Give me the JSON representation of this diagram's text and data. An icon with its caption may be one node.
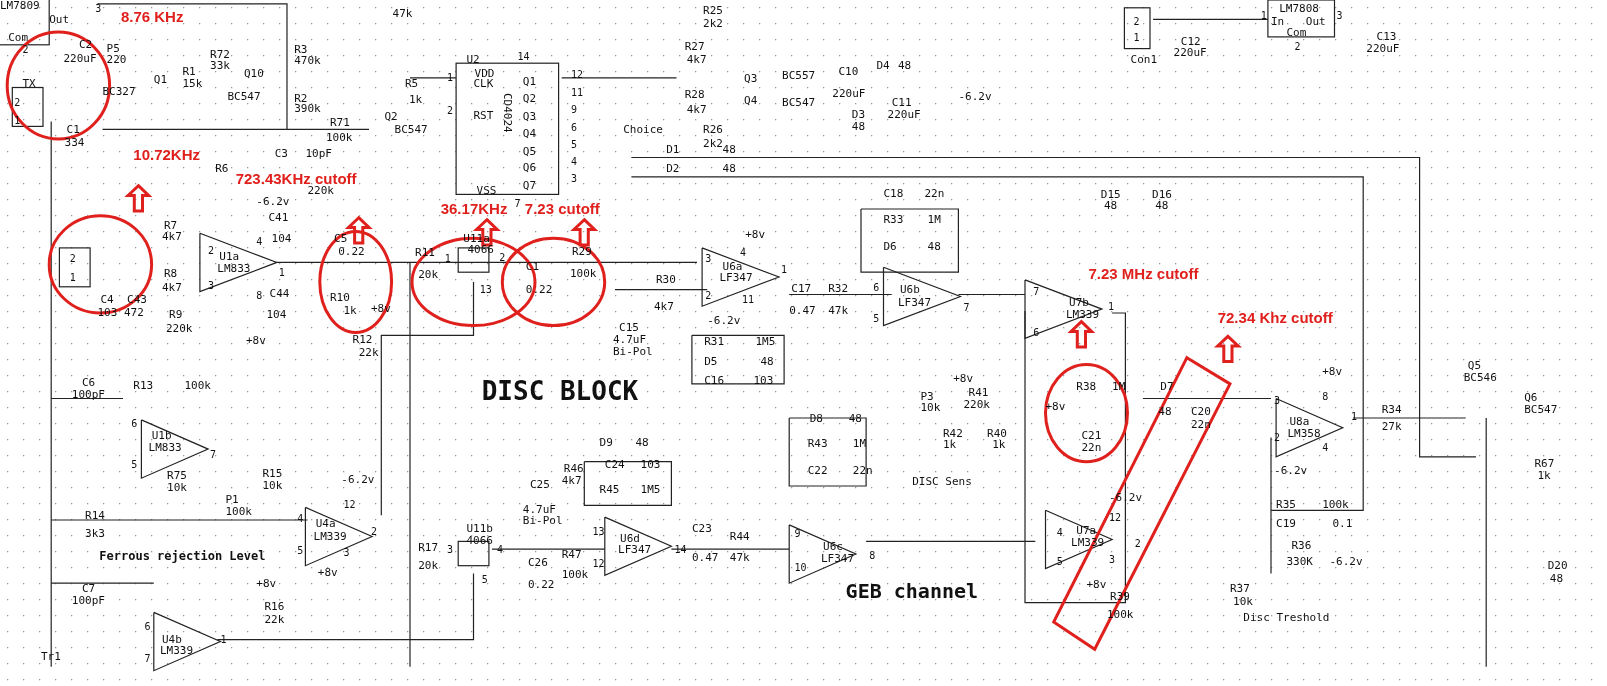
{
  "diagram": {
    "labels": [
      "LM7809",
      "Out",
      "3",
      "Com",
      "2",
      "C2",
      "220uF",
      "P5",
      "220",
      "8.76 KHz",
      "R72",
      "33k",
      "R3",
      "470k",
      "Q1",
      "R1",
      "15k",
      "BC327",
      "Q10",
      "BC547",
      "R2",
      "390k",
      "TX",
      "2",
      "1",
      "C1",
      "334",
      "R71",
      "100k",
      "Q2",
      "BC547",
      "47k",
      "R5",
      "1k",
      "U2",
      "VDD",
      "14",
      "CLK",
      "1",
      "RST",
      "2",
      "CD4024",
      "Q1",
      "12",
      "Q2",
      "11",
      "Q3",
      "9",
      "Q4",
      "6",
      "Q5",
      "5",
      "Q6",
      "4",
      "Q7",
      "3",
      "VSS",
      "7",
      "Choice",
      "R25",
      "2k2",
      "R27",
      "4k7",
      "R28",
      "4k7",
      "R26",
      "2k2",
      "Q3",
      "BC557",
      "Q4",
      "BC547",
      "C10",
      "220uF",
      "D4",
      "48",
      "D3",
      "48",
      "C11",
      "220uF",
      "-6.2v",
      "Con1",
      "2",
      "1",
      "C12",
      "220uF",
      "LM7808",
      "In",
      "Out",
      "Com",
      "1",
      "3",
      "2",
      "C13",
      "220uF",
      "D1",
      "48",
      "D2",
      "48",
      "D15",
      "48",
      "D16",
      "48",
      "10.72KHz",
      "C3",
      "10pF",
      "R6",
      "220k",
      "723.43KHz cutoff",
      "36.17KHz",
      "7.23 cutoff",
      "-6.2v",
      "C41",
      "104",
      "R7",
      "4k7",
      "R8",
      "4k7",
      "2",
      "1",
      "C4",
      "103",
      "C43",
      "472",
      "R9",
      "220k",
      "U1a",
      "LM833",
      "2",
      "3",
      "4",
      "8",
      "1",
      "C44",
      "104",
      "+8v",
      "C5",
      "0.22",
      "R10",
      "1k",
      "+8v",
      "R12",
      "22k",
      "R11",
      "20k",
      "U11a",
      "4066",
      "1",
      "2",
      "13",
      "C1",
      "0.22",
      "R29",
      "100k",
      "C15",
      "4.7uF",
      "Bi-Pol",
      "R30",
      "4k7",
      "U6a",
      "LF347",
      "+8v",
      "3",
      "2",
      "4",
      "11",
      "1",
      "-6.2v",
      "C17",
      "0.47",
      "R32",
      "47k",
      "C18",
      "22n",
      "R33",
      "1M",
      "D6",
      "48",
      "U6b",
      "LF347",
      "6",
      "5",
      "7",
      "R31",
      "1M5",
      "D5",
      "48",
      "C16",
      "103",
      "7.23 MHz cutoff",
      "U7b",
      "LM339",
      "7",
      "6",
      "1",
      "72.34 Khz cutoff",
      "DISC BLOCK",
      "P3",
      "10k",
      "+8v",
      "R41",
      "220k",
      "R42",
      "1k",
      "R40",
      "1k",
      "DISC Sens",
      "R38",
      "1M",
      "+8v",
      "C21",
      "22n",
      "D7",
      "48",
      "C20",
      "22n",
      "U7a",
      "LM339",
      "-6.2v",
      "12",
      "4",
      "5",
      "2",
      "3",
      "+8v",
      "R39",
      "100k",
      "U8a",
      "LM358",
      "+8v",
      "3",
      "2",
      "8",
      "4",
      "1",
      "-6.2v",
      "R34",
      "27k",
      "R35",
      "100k",
      "C19",
      "0.1",
      "R36",
      "330K",
      "-6.2v",
      "R37",
      "10k",
      "Disc Treshold",
      "Q5",
      "BC546",
      "Q6",
      "BC547",
      "R67",
      "1k",
      "D20",
      "48",
      "C6",
      "100pF",
      "R13",
      "100k",
      "U1b",
      "LM833",
      "6",
      "5",
      "7",
      "R75",
      "10k",
      "P1",
      "100k",
      "R15",
      "10k",
      "U4a",
      "LM339",
      "-6.2v",
      "12",
      "4",
      "5",
      "2",
      "3",
      "+8v",
      "R14",
      "3k3",
      "Ferrous rejection Level",
      "C7",
      "100pF",
      "U4b",
      "LM339",
      "6",
      "7",
      "1",
      "Tr1",
      "+8v",
      "R16",
      "22k",
      "R17",
      "20k",
      "U11b",
      "4066",
      "3",
      "4",
      "5",
      "C26",
      "0.22",
      "R47",
      "100k",
      "C25",
      "4.7uF",
      "Bi-Pol",
      "R46",
      "4k7",
      "D9",
      "48",
      "C24",
      "103",
      "R45",
      "1M5",
      "U6d",
      "LF347",
      "13",
      "12",
      "14",
      "C23",
      "0.47",
      "R44",
      "47k",
      "D8",
      "48",
      "R43",
      "1M",
      "C22",
      "22n",
      "U6c",
      "LF347",
      "9",
      "10",
      "8",
      "GEB channel"
    ]
  }
}
